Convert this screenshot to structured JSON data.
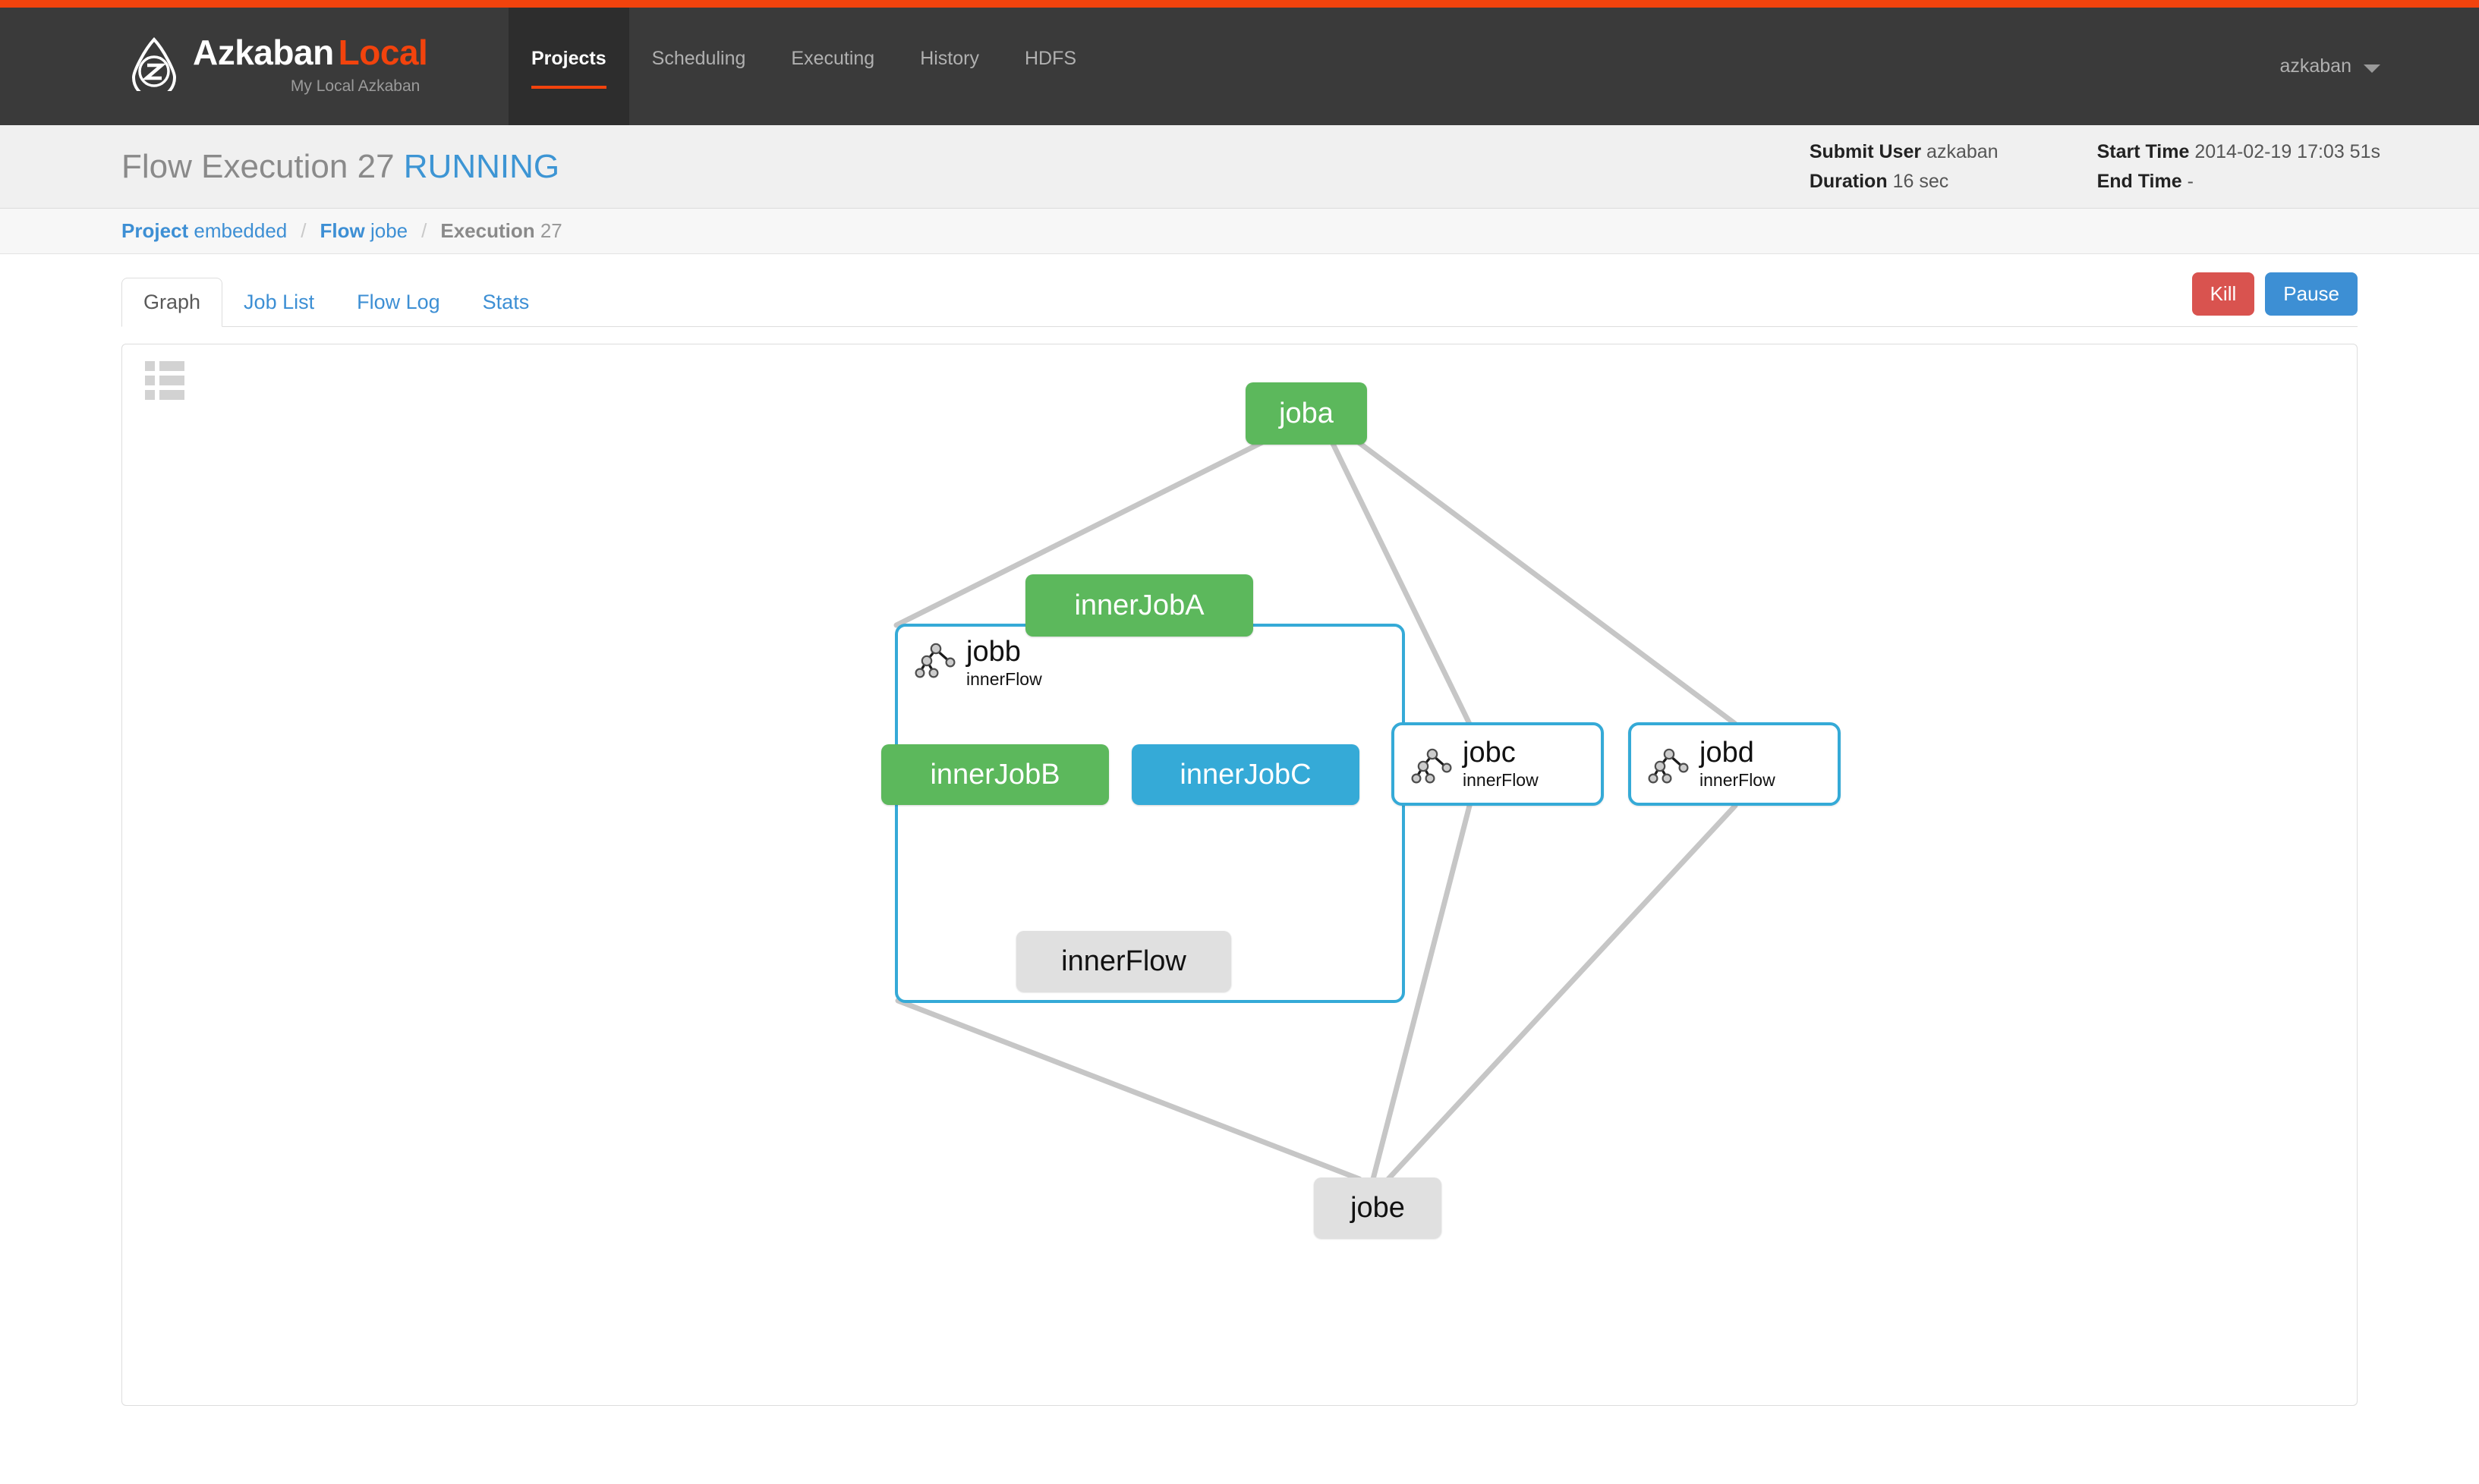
{
  "accent_color": "#f2430d",
  "navbar": {
    "brand_name": "Azkaban",
    "brand_suffix": "Local",
    "brand_subtitle": "My Local Azkaban",
    "logo_icon": "azkaban-logo-icon",
    "items": [
      {
        "label": "Projects",
        "active": true
      },
      {
        "label": "Scheduling",
        "active": false
      },
      {
        "label": "Executing",
        "active": false
      },
      {
        "label": "History",
        "active": false
      },
      {
        "label": "HDFS",
        "active": false
      }
    ],
    "user": "azkaban",
    "user_caret_icon": "chevron-down-icon"
  },
  "execution_header": {
    "title_prefix": "Flow Execution",
    "execution_id": "27",
    "status": "RUNNING",
    "status_color": "#3d95d4",
    "meta_left": [
      {
        "label": "Submit User",
        "value": "azkaban"
      },
      {
        "label": "Duration",
        "value": "16 sec"
      }
    ],
    "meta_right": [
      {
        "label": "Start Time",
        "value": "2014-02-19 17:03 51s"
      },
      {
        "label": "End Time",
        "value": "-"
      }
    ]
  },
  "breadcrumb": {
    "items": [
      {
        "label": "Project",
        "value": "embedded",
        "link": true
      },
      {
        "label": "Flow",
        "value": "jobe",
        "link": true
      },
      {
        "label": "Execution",
        "value": "27",
        "link": false
      }
    ],
    "separator": "/"
  },
  "tabs": {
    "items": [
      {
        "label": "Graph",
        "active": true
      },
      {
        "label": "Job List",
        "active": false
      },
      {
        "label": "Flow Log",
        "active": false
      },
      {
        "label": "Stats",
        "active": false
      }
    ],
    "actions": [
      {
        "label": "Kill",
        "name": "kill-button",
        "color": "#d9534f"
      },
      {
        "label": "Pause",
        "name": "pause-button",
        "color": "#3d8fd4"
      }
    ]
  },
  "graph": {
    "toolbar_icon": "list-view-icon",
    "status_colors": {
      "succeeded": "#5cb85c",
      "running": "#35aad7",
      "ready": "#e0e0e0"
    },
    "nodes": [
      {
        "id": "joba",
        "label": "joba",
        "status": "succeeded",
        "type": "job"
      },
      {
        "id": "jobb",
        "label": "jobb",
        "sublabel": "innerFlow",
        "status": "running",
        "type": "expanded-flow"
      },
      {
        "id": "innerJobA",
        "label": "innerJobA",
        "status": "succeeded",
        "type": "job"
      },
      {
        "id": "innerJobB",
        "label": "innerJobB",
        "status": "succeeded",
        "type": "job"
      },
      {
        "id": "innerJobC",
        "label": "innerJobC",
        "status": "running",
        "type": "job"
      },
      {
        "id": "innerFlow",
        "label": "innerFlow",
        "status": "ready",
        "type": "job"
      },
      {
        "id": "jobc",
        "label": "jobc",
        "sublabel": "innerFlow",
        "status": "running",
        "type": "collapsed-flow"
      },
      {
        "id": "jobd",
        "label": "jobd",
        "sublabel": "innerFlow",
        "status": "running",
        "type": "collapsed-flow"
      },
      {
        "id": "jobe",
        "label": "jobe",
        "status": "ready",
        "type": "job"
      }
    ],
    "edges": [
      {
        "from": "joba",
        "to": "jobb"
      },
      {
        "from": "joba",
        "to": "jobc"
      },
      {
        "from": "joba",
        "to": "jobd"
      },
      {
        "from": "innerJobA",
        "to": "innerJobB"
      },
      {
        "from": "innerJobA",
        "to": "innerJobC"
      },
      {
        "from": "innerJobB",
        "to": "innerFlow"
      },
      {
        "from": "innerJobC",
        "to": "innerFlow"
      },
      {
        "from": "jobb",
        "to": "jobe"
      },
      {
        "from": "jobc",
        "to": "jobe"
      },
      {
        "from": "jobd",
        "to": "jobe"
      }
    ]
  }
}
